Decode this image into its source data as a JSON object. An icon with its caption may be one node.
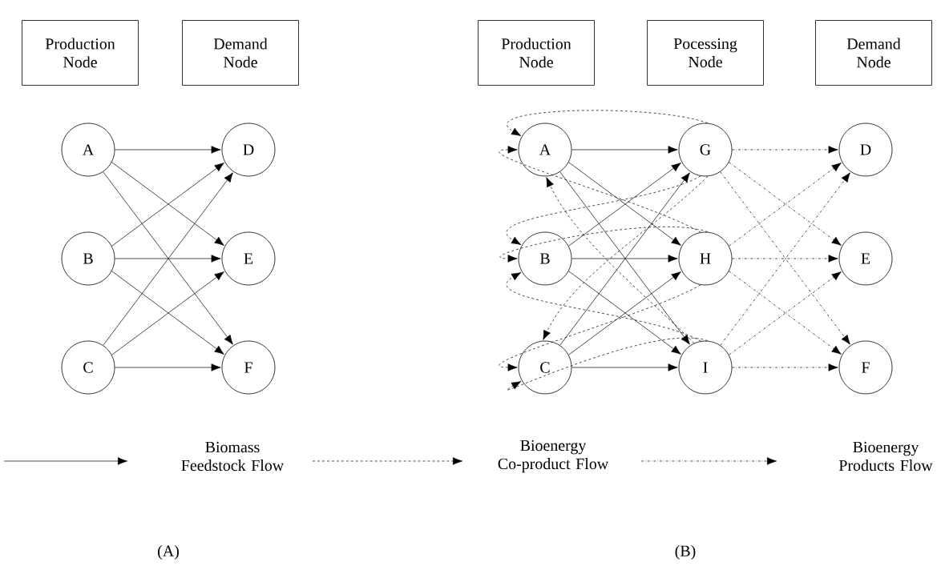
{
  "diagram": {
    "nodes": [
      {
        "text": [
          "Production Node"
        ]
      },
      {
        "text": [
          "Demand Node"
        ]
      },
      {
        "text": [
          "Production Node"
        ]
      },
      {
        "text": [
          "Pocessing Node"
        ]
      },
      {
        "text": [
          "Demand Node"
        ]
      },
      {
        "text": [
          "A"
        ]
      },
      {
        "text": [
          "B"
        ]
      },
      {
        "text": [
          "C"
        ]
      },
      {
        "text": [
          "D"
        ]
      },
      {
        "text": [
          "E"
        ]
      },
      {
        "text": [
          "F"
        ]
      },
      {
        "text": [
          "A"
        ]
      },
      {
        "text": [
          "B"
        ]
      },
      {
        "text": [
          "C"
        ]
      },
      {
        "text": [
          "G"
        ]
      },
      {
        "text": [
          "H"
        ]
      },
      {
        "text": [
          "I"
        ]
      },
      {
        "text": [
          "D"
        ]
      },
      {
        "text": [
          "E"
        ]
      },
      {
        "text": [
          "F"
        ]
      }
    ],
    "edges": [
      {
        "from": 5,
        "to": 8,
        "arrow": "to"
      },
      {
        "from": 5,
        "to": 9,
        "arrow": "to"
      },
      {
        "from": 5,
        "to": 10,
        "arrow": "to"
      },
      {
        "from": 6,
        "to": 8,
        "arrow": "to"
      },
      {
        "from": 6,
        "to": 9,
        "arrow": "to"
      },
      {
        "from": 6,
        "to": 10,
        "arrow": "to"
      },
      {
        "from": 7,
        "to": 8,
        "arrow": "to"
      },
      {
        "from": 7,
        "to": 9,
        "arrow": "to"
      },
      {
        "from": 7,
        "to": 10,
        "arrow": "to"
      },
      {
        "from": 11,
        "to": 14,
        "arrow": "to"
      },
      {
        "from": 11,
        "to": 15,
        "arrow": "to"
      },
      {
        "from": 11,
        "to": 16,
        "arrow": "to"
      },
      {
        "from": 12,
        "to": 14,
        "arrow": "to"
      },
      {
        "from": 12,
        "to": 15,
        "arrow": "to"
      },
      {
        "from": 12,
        "to": 16,
        "arrow": "to"
      },
      {
        "from": 13,
        "to": 14,
        "arrow": "to"
      },
      {
        "from": 13,
        "to": 15,
        "arrow": "to"
      },
      {
        "from": 13,
        "to": 16,
        "arrow": "to"
      },
      {
        "from": 14,
        "to": 17,
        "arrow": "to",
        "style": "dashed"
      },
      {
        "from": 14,
        "to": 18,
        "arrow": "to",
        "style": "dashed"
      },
      {
        "from": 14,
        "to": 19,
        "arrow": "to",
        "style": "dashed"
      },
      {
        "from": 15,
        "to": 17,
        "arrow": "to",
        "style": "dashed"
      },
      {
        "from": 15,
        "to": 18,
        "arrow": "to",
        "style": "dashed"
      },
      {
        "from": 15,
        "to": 19,
        "arrow": "to",
        "style": "dashed"
      },
      {
        "from": 16,
        "to": 17,
        "arrow": "to",
        "style": "dashed"
      },
      {
        "from": 16,
        "to": 18,
        "arrow": "to",
        "style": "dashed"
      },
      {
        "from": 16,
        "to": 19,
        "arrow": "to",
        "style": "dashed"
      },
      {
        "from": 14,
        "to": 11,
        "arrow": "to",
        "style": "dashed"
      },
      {
        "from": 14,
        "to": 12,
        "arrow": "to",
        "style": "dashed"
      },
      {
        "from": 14,
        "to": 13,
        "arrow": "to",
        "style": "dashed"
      },
      {
        "from": 15,
        "to": 11,
        "arrow": "to",
        "style": "dashed"
      },
      {
        "from": 15,
        "to": 12,
        "arrow": "to",
        "style": "dashed"
      },
      {
        "from": 15,
        "to": 13,
        "arrow": "to",
        "style": "dashed"
      },
      {
        "from": 16,
        "to": 11,
        "arrow": "to",
        "style": "dashed"
      },
      {
        "from": 16,
        "to": 12,
        "arrow": "to",
        "style": "dashed"
      },
      {
        "from": 16,
        "to": 13,
        "arrow": "to",
        "style": "dashed"
      }
    ],
    "labels": [
      "(A)",
      "(B)"
    ],
    "legend": [
      {
        "text": "Biomass Feedstock Flow"
      },
      {
        "text": "Bioenergy Co-product Flow"
      },
      {
        "text": "Bioenergy Products Flow"
      }
    ]
  }
}
